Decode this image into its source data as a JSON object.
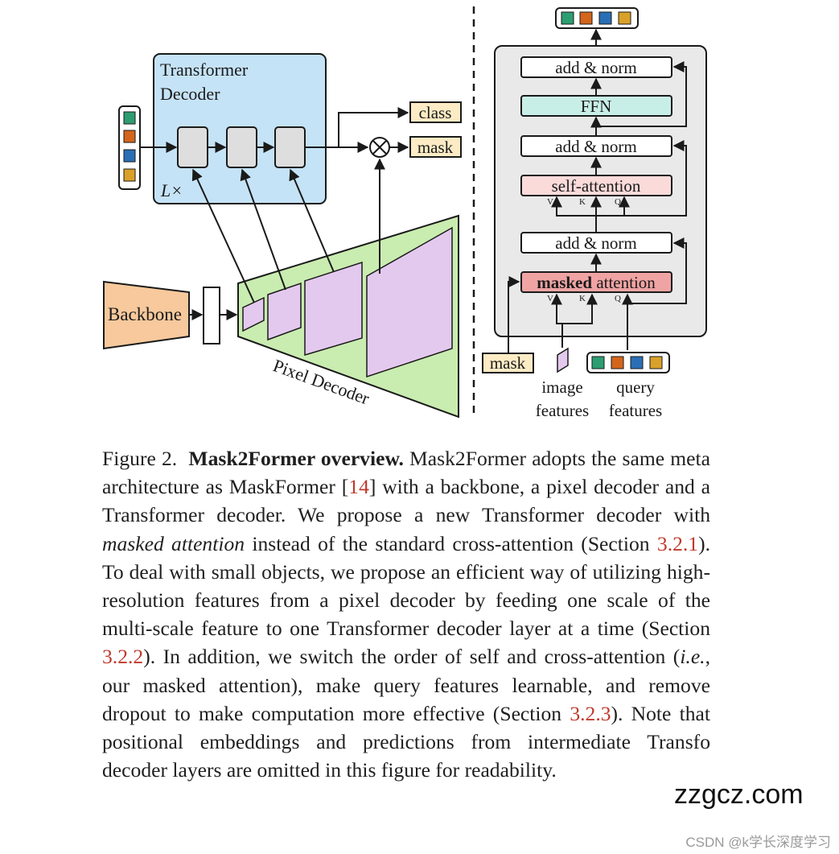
{
  "figure": {
    "left": {
      "decoder_title_line1": "Transformer",
      "decoder_title_line2": "Decoder",
      "layers_label": "L×",
      "backbone_label": "Backbone",
      "pixel_decoder_label": "Pixel Decoder",
      "output_class": "class",
      "output_mask": "mask",
      "multiply_symbol": "⊗"
    },
    "right": {
      "add_norm_top": "add & norm",
      "ffn": "FFN",
      "add_norm_mid": "add & norm",
      "self_attention": "self-attention",
      "add_norm_bottom": "add & norm",
      "masked_attention_bold": "masked",
      "masked_attention_rest": " attention",
      "vkq_v": "V",
      "vkq_k": "K",
      "vkq_q": "Q",
      "input_mask": "mask",
      "image_features_line1": "image",
      "image_features_line2": "features",
      "query_features_line1": "query",
      "query_features_line2": "features"
    },
    "colors": {
      "decoder_bg": "#c5e3f6",
      "pixel_decoder_bg": "#c9ecb0",
      "feature_map": "#e4c9ee",
      "backbone": "#f7c99c",
      "label_box": "#fcebc4",
      "ffn": "#c8efe7",
      "self_attention": "#fbdada",
      "masked_attention": "#f0a3a3",
      "block_bg": "#e9e9e9",
      "query_colors": [
        "#2d9d72",
        "#d4651c",
        "#2a6fb5",
        "#d9a12a"
      ]
    }
  },
  "caption": {
    "label": "Figure 2.",
    "title": "Mask2Former overview.",
    "t1": " Mask2Former adopts the same meta architecture as MaskFormer [",
    "ref14": "14",
    "t2": "] with a backbone, a pixel decoder and a Transformer decoder. We propose a new Transformer decoder with ",
    "masked_attention": "masked attention",
    "t3": " instead of the standard cross-attention (Section ",
    "ref321": "3.2.1",
    "t4": "). To deal with small objects, we propose an efficient way of utilizing high-resolution features from a pixel decoder by feeding one scale of the multi-scale feature to one Transformer decoder layer at a time (Section ",
    "ref322": "3.2.2",
    "t5": "). In addition, we switch the order of self and cross-attention (",
    "ie": "i.e.",
    "t6": ", our masked attention), make query features learnable, and remove dropout to make computation more effective (Section ",
    "ref323": "3.2.3",
    "t7": "). Note that positional embeddings and predictions from intermediate Transfo decoder layers are omitted in this figure for readability."
  },
  "watermarks": {
    "site": "zzgcz.com",
    "csdn": "CSDN @k学长深度学习"
  }
}
